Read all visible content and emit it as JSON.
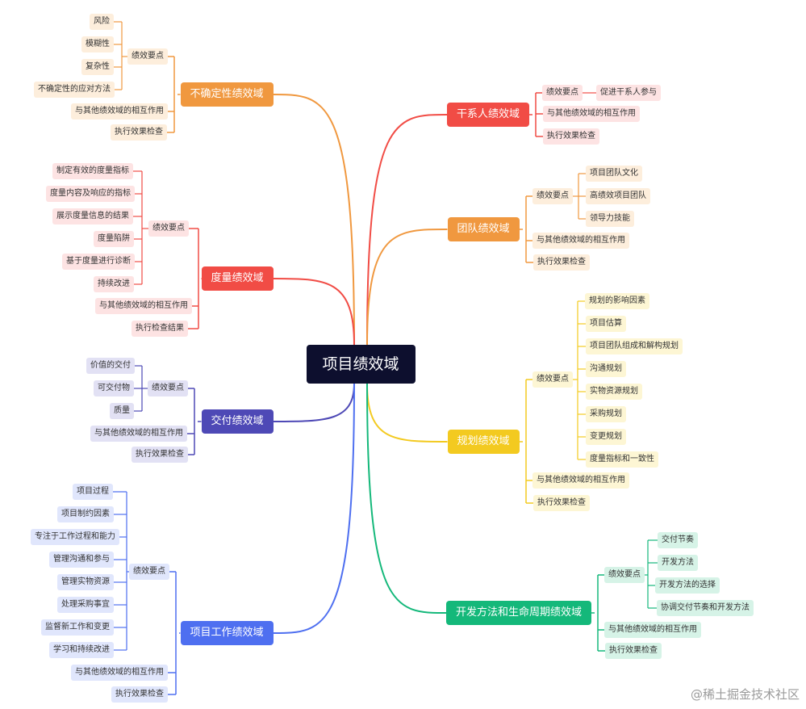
{
  "root": {
    "label": "项目绩效域"
  },
  "branches": {
    "stakeholder": {
      "label": "干系人绩效域",
      "color": "#f14c45",
      "light": "#fde3e3"
    },
    "team": {
      "label": "团队绩效域",
      "color": "#f0983f",
      "light": "#fdeedc"
    },
    "planning": {
      "label": "规划绩效域",
      "color": "#f3ca20",
      "light": "#fdf6d4"
    },
    "dev": {
      "label": "开发方法和生命周期绩效域",
      "color": "#14b87a",
      "light": "#d6f3e7"
    },
    "uncertainty": {
      "label": "不确定性绩效域",
      "color": "#f0983f",
      "light": "#fdeedc"
    },
    "measure": {
      "label": "度量绩效域",
      "color": "#f14c45",
      "light": "#fde3e3"
    },
    "delivery": {
      "label": "交付绩效域",
      "color": "#4e49b6",
      "light": "#e2e1f4"
    },
    "work": {
      "label": "项目工作绩效域",
      "color": "#4e6ff0",
      "light": "#e0e6fc"
    }
  },
  "leaves": {
    "stakeholder": {
      "kp": "绩效要点",
      "kp_items": [
        "促进干系人参与"
      ],
      "interaction": "与其他绩效域的相互作用",
      "check": "执行效果检查"
    },
    "team": {
      "kp": "绩效要点",
      "kp_items": [
        "项目团队文化",
        "高绩效项目团队",
        "领导力技能"
      ],
      "interaction": "与其他绩效域的相互作用",
      "check": "执行效果检查"
    },
    "planning": {
      "kp": "绩效要点",
      "kp_items": [
        "规划的影响因素",
        "项目估算",
        "项目团队组成和解构规划",
        "沟通规划",
        "实物资源规划",
        "采购规划",
        "变更规划",
        "度量指标和一致性"
      ],
      "interaction": "与其他绩效域的相互作用",
      "check": "执行效果检查"
    },
    "dev": {
      "kp": "绩效要点",
      "kp_items": [
        "交付节奏",
        "开发方法",
        "开发方法的选择",
        "协调交付节奏和开发方法"
      ],
      "interaction": "与其他绩效域的相互作用",
      "check": "执行效果检查"
    },
    "uncertainty": {
      "kp": "绩效要点",
      "kp_items": [
        "风险",
        "模糊性",
        "复杂性",
        "不确定性的应对方法"
      ],
      "interaction": "与其他绩效域的相互作用",
      "check": "执行效果检查"
    },
    "measure": {
      "kp": "绩效要点",
      "kp_items": [
        "制定有效的度量指标",
        "度量内容及响应的指标",
        "展示度量信息的结果",
        "度量陷阱",
        "基于度量进行诊断",
        "持续改进"
      ],
      "interaction": "与其他绩效域的相互作用",
      "check": "执行检查结果"
    },
    "delivery": {
      "kp": "绩效要点",
      "kp_items": [
        "价值的交付",
        "可交付物",
        "质量"
      ],
      "interaction": "与其他绩效域的相互作用",
      "check": "执行效果检查"
    },
    "work": {
      "kp": "绩效要点",
      "kp_items": [
        "项目过程",
        "项目制约因素",
        "专注于工作过程和能力",
        "管理沟通和参与",
        "管理实物资源",
        "处理采购事宜",
        "监督新工作和变更",
        "学习和持续改进"
      ],
      "interaction": "与其他绩效域的相互作用",
      "check": "执行效果检查"
    }
  },
  "watermark": "@稀土掘金技术社区"
}
